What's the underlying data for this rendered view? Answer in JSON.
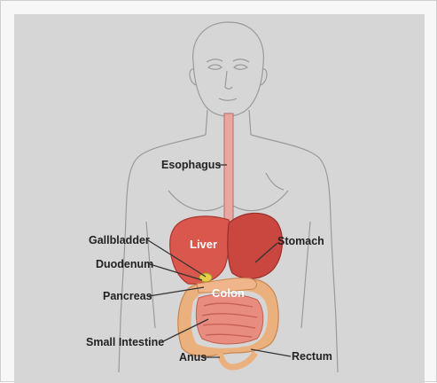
{
  "labels": {
    "esophagus": "Esophagus",
    "gallbladder": "Gallbladder",
    "duodenum": "Duodenum",
    "pancreas": "Pancreas",
    "small_intestine": "Small Intestine",
    "anus": "Anus",
    "liver": "Liver",
    "stomach": "Stomach",
    "colon": "Colon",
    "rectum": "Rectum"
  },
  "colors": {
    "background": "#d6d6d6",
    "body_outline": "#9a9a9a",
    "liver": "#d9574c",
    "stomach": "#c9473f",
    "esophagus": "#e8a7a2",
    "intestine": "#eab07d",
    "small_intestine": "#e78c7f",
    "gallbladder": "#e3d04a"
  }
}
